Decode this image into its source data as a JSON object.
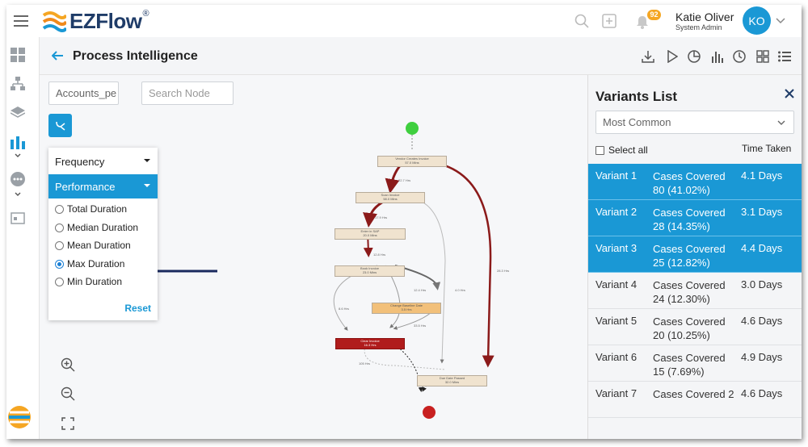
{
  "app": {
    "brand": "EZFlow",
    "registered": "®",
    "notification_count": "92",
    "user_name": "Katie Oliver",
    "user_role": "System Admin",
    "user_initials": "KO"
  },
  "page": {
    "title": "Process Intelligence"
  },
  "toolbar": {
    "icons": [
      "download-icon",
      "play-icon",
      "pie-chart-icon",
      "bar-chart-icon",
      "clock-icon",
      "grid-icon",
      "list-icon"
    ]
  },
  "filters": {
    "process_select": "Accounts_pe",
    "search_placeholder": "Search Node"
  },
  "metric_menu": {
    "frequency_label": "Frequency",
    "performance_label": "Performance",
    "options": [
      {
        "label": "Total Duration",
        "selected": false
      },
      {
        "label": "Median Duration",
        "selected": false
      },
      {
        "label": "Mean Duration",
        "selected": false
      },
      {
        "label": "Max Duration",
        "selected": true
      },
      {
        "label": "Min Duration",
        "selected": false
      }
    ],
    "reset_label": "Reset"
  },
  "process_map": {
    "nodes": [
      {
        "name": "Vendor Creates Invoice",
        "value": "57.0 Mins"
      },
      {
        "name": "Scan Invoice",
        "value": "58.0 Mins"
      },
      {
        "name": "Enter in SAP",
        "value": "20.0 Mins"
      },
      {
        "name": "Book Invoice",
        "value": "23.0 Mins"
      },
      {
        "name": "Change Baseline Date",
        "value": "3.5 Hrs"
      },
      {
        "name": "Clear Invoice",
        "value": "16.3 Hrs"
      },
      {
        "name": "Due Date Passed",
        "value": "32.0 Mins"
      }
    ],
    "edge_labels": [
      "22.7 Hrs",
      "17.9 Hrs",
      "12.8 Hrs",
      "12.4 Hrs",
      "4.0 Hrs",
      "8.6 Hrs",
      "33.5 Hrs",
      "28.3 Hrs",
      "105 Hrs"
    ]
  },
  "variants": {
    "title": "Variants List",
    "sort_value": "Most Common",
    "select_all_label": "Select all",
    "time_header": "Time Taken",
    "rows": [
      {
        "name": "Variant 1",
        "cases": "Cases Covered 80 (41.02%)",
        "time": "4.1 Days",
        "selected": true
      },
      {
        "name": "Variant 2",
        "cases": "Cases Covered 28 (14.35%)",
        "time": "3.1 Days",
        "selected": true
      },
      {
        "name": "Variant 3",
        "cases": "Cases Covered 25 (12.82%)",
        "time": "4.4 Days",
        "selected": true
      },
      {
        "name": "Variant 4",
        "cases": "Cases Covered 24 (12.30%)",
        "time": "3.0 Days",
        "selected": false
      },
      {
        "name": "Variant 5",
        "cases": "Cases Covered 20 (10.25%)",
        "time": "4.6 Days",
        "selected": false
      },
      {
        "name": "Variant 6",
        "cases": "Cases Covered 15 (7.69%)",
        "time": "4.9 Days",
        "selected": false
      },
      {
        "name": "Variant 7",
        "cases": "Cases Covered 2",
        "time": "4.6 Days",
        "selected": false
      }
    ]
  },
  "colors": {
    "accent": "#1a98d5",
    "brand_navy": "#1f3c68",
    "brand_orange": "#f5a623",
    "node_fill": "#f0e3cf",
    "node_hot": "#b01c1c",
    "node_warm": "#f2c07a"
  }
}
